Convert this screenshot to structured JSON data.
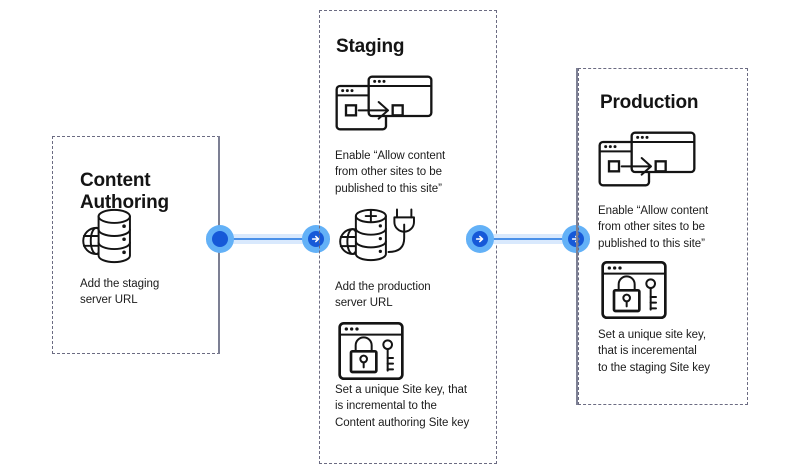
{
  "diagram": {
    "title": "Content Authoring to Staging to Production publishing setup",
    "accent_color": "#1659d8",
    "accent_light_color": "#63b1f7",
    "band_color": "#d9e9fd",
    "box_border_color": "#6b6b82",
    "text_color": "#1b1b1b"
  },
  "stages": [
    {
      "id": "content-authoring",
      "title": "Content\nAuthoring",
      "title_line1": "Content",
      "title_line2": "Authoring",
      "steps": [
        {
          "icon": "database-globe-icon",
          "caption": "Add the staging\nserver URL"
        }
      ]
    },
    {
      "id": "staging",
      "title": "Staging",
      "title_line1": "Staging",
      "title_line2": "",
      "steps": [
        {
          "icon": "browser-windows-transfer-icon",
          "caption": "Enable “Allow content\nfrom other sites to be\npublished to this site”"
        },
        {
          "icon": "database-plug-icon",
          "caption": "Add the production\nserver URL"
        },
        {
          "icon": "browser-lock-key-icon",
          "caption": "Set a unique Site key, that\nis incremental to the\nContent authoring Site key"
        }
      ]
    },
    {
      "id": "production",
      "title": "Production",
      "title_line1": "Production",
      "title_line2": "",
      "steps": [
        {
          "icon": "browser-windows-transfer-icon",
          "caption": "Enable “Allow content\nfrom other sites to be\npublished to this site”"
        },
        {
          "icon": "browser-lock-key-icon",
          "caption": "Set a unique site key,\nthat is inceremental\nto the staging Site key"
        }
      ]
    }
  ],
  "connectors": [
    {
      "id": "connector-authoring-to-staging",
      "from": "content-authoring",
      "to": "staging",
      "start_node": "dot-node",
      "end_node": "arrow-node"
    },
    {
      "id": "connector-staging-to-production",
      "from": "staging",
      "to": "production",
      "start_node": "arrow-node",
      "end_node": "arrow-node"
    }
  ]
}
